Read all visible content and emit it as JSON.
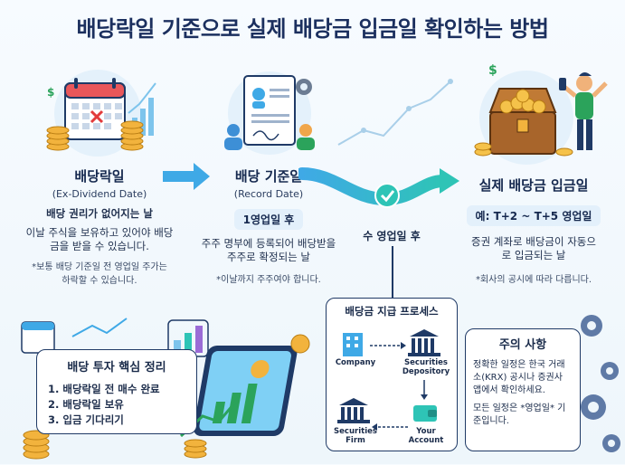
{
  "title": "배당락일 기준으로 실제 배당금 입금일 확인하는 방법",
  "steps": [
    {
      "heading": "배당락일",
      "sub": "(Ex-Dividend Date)",
      "desc_strong": "배당 권리가 없어지는 날",
      "desc": "이날 주식을 보유하고 있어야 배당금을 받을 수 있습니다.",
      "note": "*보통 배당 기준일 전 영업일 주가는 하락할 수 있습니다.",
      "icon": "calendar-icon"
    },
    {
      "heading": "배당 기준일",
      "sub": "(Record Date)",
      "pill": "1영업일 후",
      "desc": "주주 명부에 등록되어 배당받을 주주로 확정되는 날",
      "note": "*이날까지 주주여야 합니다.",
      "icon": "document-icon"
    },
    {
      "heading": "실제 배당금 입금일",
      "pill": "예: T+2 ~ T+5 영업일",
      "desc": "증권 계좌로 배당금이 자동으로 입금되는 날",
      "note": "*회사의 공시에 따라 다릅니다.",
      "icon": "treasure-chest-icon"
    }
  ],
  "connector_label": "수 영업일 후",
  "summary": {
    "title": "배당 투자 핵심 정리",
    "items": [
      "1. 배당락일 전 매수 완료",
      "2. 배당락일 보유",
      "3. 입금 기다리기"
    ]
  },
  "process": {
    "title": "배당금 지급 프로세스",
    "nodes": [
      "Company",
      "Securities Depository",
      "Securities Firm",
      "Your Account"
    ]
  },
  "caution": {
    "title": "주의 사항",
    "text1": "정확한 일정은 한국 거래소(KRX) 공시나 증권사 앱에서 확인하세요.",
    "text2": "모든 일정은 *영업일* 기준입니다."
  },
  "colors": {
    "navy": "#1b2f5e",
    "arrow_blue": "#3fa9e6",
    "teal": "#2ec4b6",
    "gold": "#f2b33d"
  }
}
